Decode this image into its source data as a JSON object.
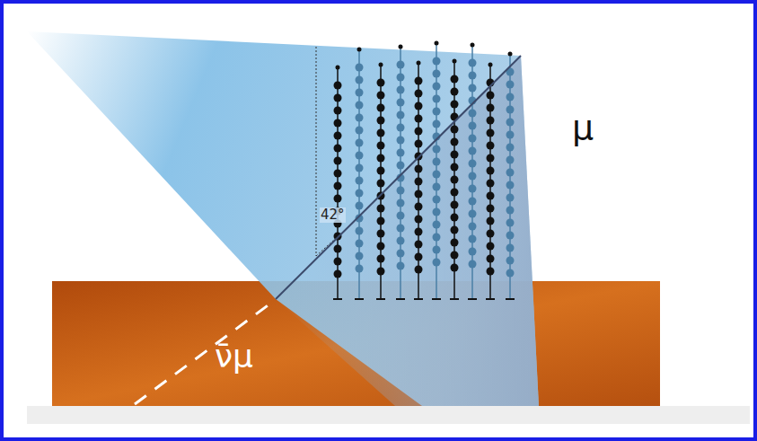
{
  "diagram": {
    "labels": [
      "42°",
      "μ",
      "ν̄μ"
    ]
  }
}
